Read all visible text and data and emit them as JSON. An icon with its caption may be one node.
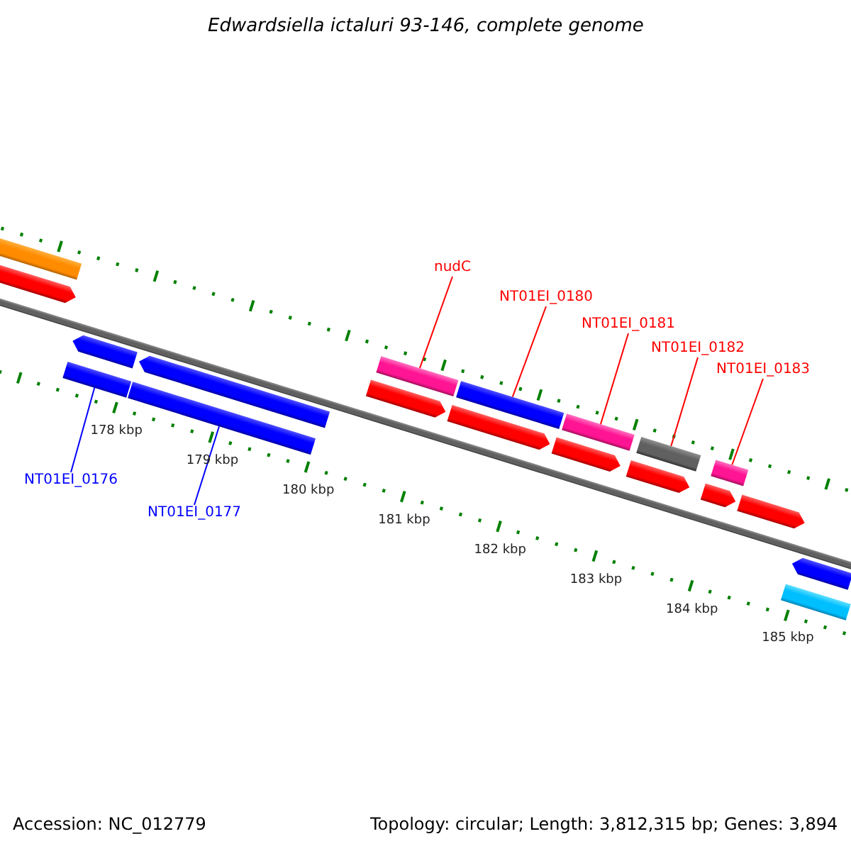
{
  "diagram": {
    "title": "Edwardsiella ictaluri 93-146, complete genome",
    "nodes": [
      {
        "text": [
          "nudC"
        ]
      },
      {
        "text": [
          "NT01EI_0180"
        ]
      },
      {
        "text": [
          "NT01EI_0181"
        ]
      },
      {
        "text": [
          "NT01EI_0182"
        ]
      },
      {
        "text": [
          "NT01EI_0183"
        ]
      },
      {
        "text": [
          "NT01EI_0176"
        ]
      },
      {
        "text": [
          "NT01EI_0177"
        ]
      },
      {
        "text": [],
        "shape": "bar"
      },
      {
        "text": [],
        "shape": "arrow"
      },
      {
        "text": [],
        "shape": "arrow"
      },
      {
        "text": [],
        "shape": "bar"
      },
      {
        "text": [],
        "shape": "arrow"
      },
      {
        "text": [],
        "shape": "bar"
      },
      {
        "text": [],
        "shape": "arrow"
      },
      {
        "text": [],
        "shape": "bar"
      },
      {
        "text": [],
        "shape": "arrow"
      },
      {
        "text": [],
        "shape": "bar"
      },
      {
        "text": [],
        "shape": "arrow"
      },
      {
        "text": [],
        "shape": "bar"
      },
      {
        "text": [],
        "shape": "arrow"
      },
      {
        "text": [],
        "shape": "bar"
      },
      {
        "text": [],
        "shape": "arrow"
      },
      {
        "text": [],
        "shape": "bar"
      },
      {
        "text": [],
        "shape": "arrow"
      },
      {
        "text": [],
        "shape": "arrow"
      },
      {
        "text": [],
        "shape": "bar"
      }
    ],
    "edges": [
      {
        "from": 0,
        "to": 14,
        "arrow": "none"
      },
      {
        "from": 1,
        "to": 16,
        "arrow": "none"
      },
      {
        "from": 2,
        "to": 18,
        "arrow": "none"
      },
      {
        "from": 3,
        "to": 20,
        "arrow": "none"
      },
      {
        "from": 4,
        "to": 22,
        "arrow": "none"
      },
      {
        "from": 5,
        "to": 10,
        "arrow": "none",
        "color": "#0000ff"
      },
      {
        "from": 6,
        "to": 12,
        "arrow": "none",
        "color": "#0000ff"
      }
    ],
    "labels": [
      "178 kbp",
      "179 kbp",
      "180 kbp",
      "181 kbp",
      "182 kbp",
      "183 kbp",
      "184 kbp",
      "185 kbp",
      "Accession: NC_012779",
      "Topology: circular; Length: 3,812,315 bp; Genes: 3,894"
    ]
  }
}
